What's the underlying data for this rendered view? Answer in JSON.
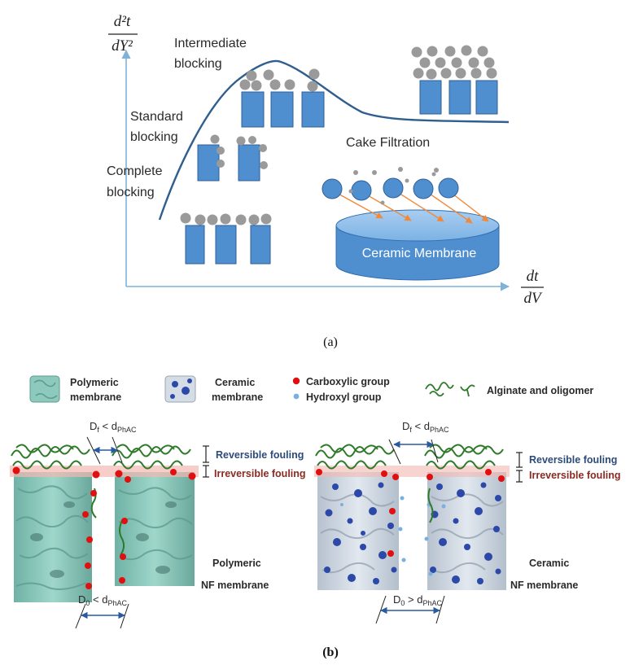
{
  "panel_a": {
    "y_axis": {
      "num": "d²t",
      "den": "dY²"
    },
    "x_axis": {
      "num": "dt",
      "den": "dV"
    },
    "labels": {
      "intermediate_1": "Intermediate",
      "intermediate_2": "blocking",
      "standard_1": "Standard",
      "standard_2": "blocking",
      "complete_1": "Complete",
      "complete_2": "blocking",
      "cake": "Cake Filtration",
      "ceramic": "Ceramic Membrane"
    },
    "caption": "(a)"
  },
  "panel_b": {
    "legend": {
      "polymeric_1": "Polymeric",
      "polymeric_2": "membrane",
      "ceramic_1": "Ceramic",
      "ceramic_2": "membrane",
      "carboxylic": "Carboxylic group",
      "hydroxyl": "Hydroxyl group",
      "alginate": "Alginate and oligomer"
    },
    "left": {
      "top_dim": "D",
      "top_sub": "f",
      "top_rel": " < d",
      "top_sub2": "PhAC",
      "bottom_dim": "D",
      "bottom_sub": "0",
      "bottom_rel": " < d",
      "bottom_sub2": "PhAC",
      "reversible": "Reversible fouling",
      "irreversible": "Irreversible fouling",
      "name_1": "Polymeric",
      "name_2": "NF membrane"
    },
    "right": {
      "top_dim": "D",
      "top_sub": "f",
      "top_rel": " < d",
      "top_sub2": "PhAC",
      "bottom_dim": "D",
      "bottom_sub": "0",
      "bottom_rel": " > d",
      "bottom_sub2": "PhAC",
      "reversible": "Reversible fouling",
      "irreversible": "Irreversible fouling",
      "name_1": "Ceramic",
      "name_2": "NF membrane"
    },
    "caption": "(b)"
  },
  "colors": {
    "axis": "#7fb2d8",
    "curve": "#2f5f8f",
    "block": "#4f8fd0",
    "block_edge": "#2f5f9a",
    "particle": "#9a9a9a",
    "arrow": "#f08a3a",
    "polymer": "#8ec9bd",
    "ceramic": "#d4dce6",
    "ceramic_dot": "#2c48a8",
    "carboxylic": "#e01010",
    "hydroxyl": "#7ab0e0",
    "alginate": "#2f7a2a",
    "irreversible_glow": "#f2b8b0",
    "dim_arrow": "#2a5aa0"
  }
}
